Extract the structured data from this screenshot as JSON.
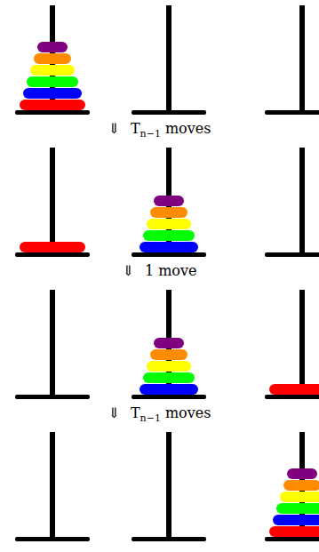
{
  "diagram": {
    "labels": [
      "⇓",
      "T",
      "n−1",
      "moves",
      "⇓",
      "1 move",
      "⇓",
      "T",
      "n−1",
      "moves"
    ]
  }
}
